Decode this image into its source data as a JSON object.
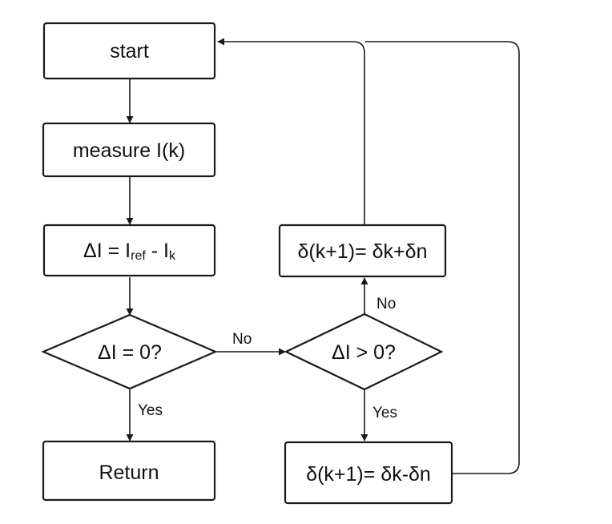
{
  "nodes": {
    "start": "start",
    "measure": "measure I(k)",
    "delta_i": {
      "lhs": "ΔI = I",
      "ref_sub": "ref",
      "mid": " - I",
      "k_sub": "k"
    },
    "decision_zero": "ΔI = 0?",
    "return": "Return",
    "decision_positive": "ΔI > 0?",
    "update_plus": "δ(k+1)= δk+δn",
    "update_minus": "δ(k+1)= δk-δn"
  },
  "edges": {
    "zero_no": "No",
    "zero_yes": "Yes",
    "positive_no": "No",
    "positive_yes": "Yes"
  },
  "colors": {
    "stroke": "#1a1a1a",
    "fill": "#ffffff",
    "text": "#111111"
  }
}
